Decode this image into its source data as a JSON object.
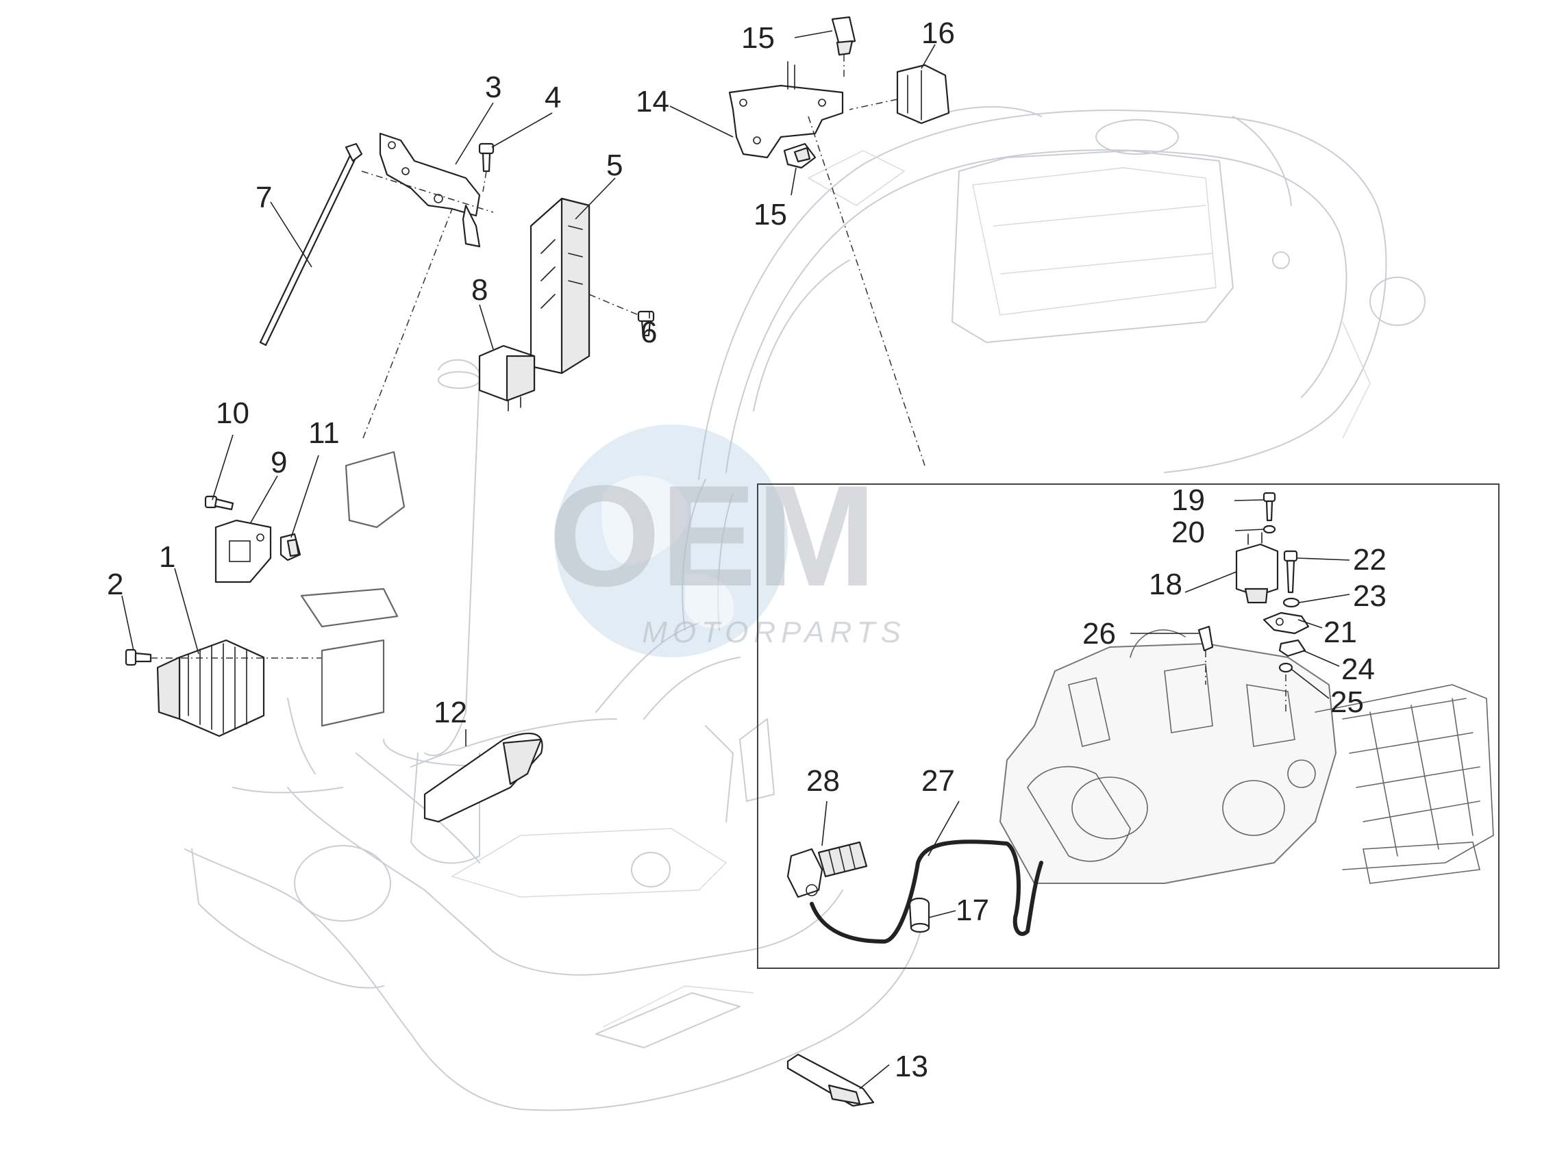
{
  "callouts": [
    {
      "id": "1",
      "label": "1"
    },
    {
      "id": "2",
      "label": "2"
    },
    {
      "id": "3",
      "label": "3"
    },
    {
      "id": "4",
      "label": "4"
    },
    {
      "id": "5",
      "label": "5"
    },
    {
      "id": "6",
      "label": "6"
    },
    {
      "id": "7",
      "label": "7"
    },
    {
      "id": "8",
      "label": "8"
    },
    {
      "id": "9",
      "label": "9"
    },
    {
      "id": "10",
      "label": "10"
    },
    {
      "id": "11",
      "label": "11"
    },
    {
      "id": "12",
      "label": "12"
    },
    {
      "id": "13",
      "label": "13"
    },
    {
      "id": "14",
      "label": "14"
    },
    {
      "id": "15a",
      "label": "15"
    },
    {
      "id": "15b",
      "label": "15"
    },
    {
      "id": "16",
      "label": "16"
    },
    {
      "id": "17",
      "label": "17"
    },
    {
      "id": "18",
      "label": "18"
    },
    {
      "id": "19",
      "label": "19"
    },
    {
      "id": "20",
      "label": "20"
    },
    {
      "id": "21",
      "label": "21"
    },
    {
      "id": "22",
      "label": "22"
    },
    {
      "id": "23",
      "label": "23"
    },
    {
      "id": "24",
      "label": "24"
    },
    {
      "id": "25",
      "label": "25"
    },
    {
      "id": "26",
      "label": "26"
    },
    {
      "id": "27",
      "label": "27"
    },
    {
      "id": "28",
      "label": "28"
    }
  ],
  "watermark": {
    "brand": "OEM",
    "sub": "MOTORPARTS"
  },
  "colors": {
    "line": "#222222",
    "ghost": "#c9cdd4",
    "watermark": "#b9bdc4",
    "globe": "#a9c8e0"
  }
}
